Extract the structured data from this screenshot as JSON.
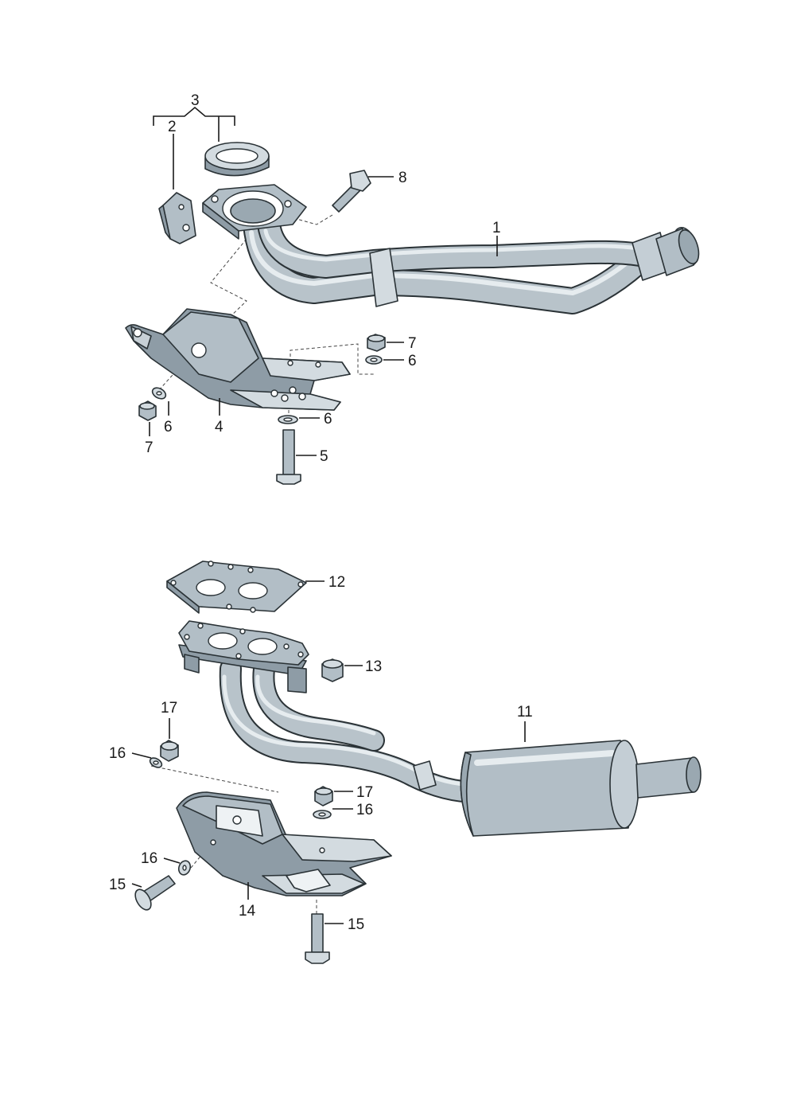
{
  "labels": {
    "p1": "1",
    "p2": "2",
    "p3": "3",
    "p4": "4",
    "p5": "5",
    "p6a": "6",
    "p6b": "6",
    "p6c": "6",
    "p7a": "7",
    "p7b": "7",
    "p8": "8",
    "p11": "11",
    "p12": "12",
    "p13": "13",
    "p14": "14",
    "p15a": "15",
    "p15b": "15",
    "p16a": "16",
    "p16b": "16",
    "p16c": "16",
    "p17a": "17",
    "p17b": "17"
  },
  "colors": {
    "metal": "#b2bec6",
    "metal_light": "#d3dbe0",
    "metal_dark": "#8e9ca6",
    "outline": "#2a3236",
    "text": "#1a1a1a"
  }
}
